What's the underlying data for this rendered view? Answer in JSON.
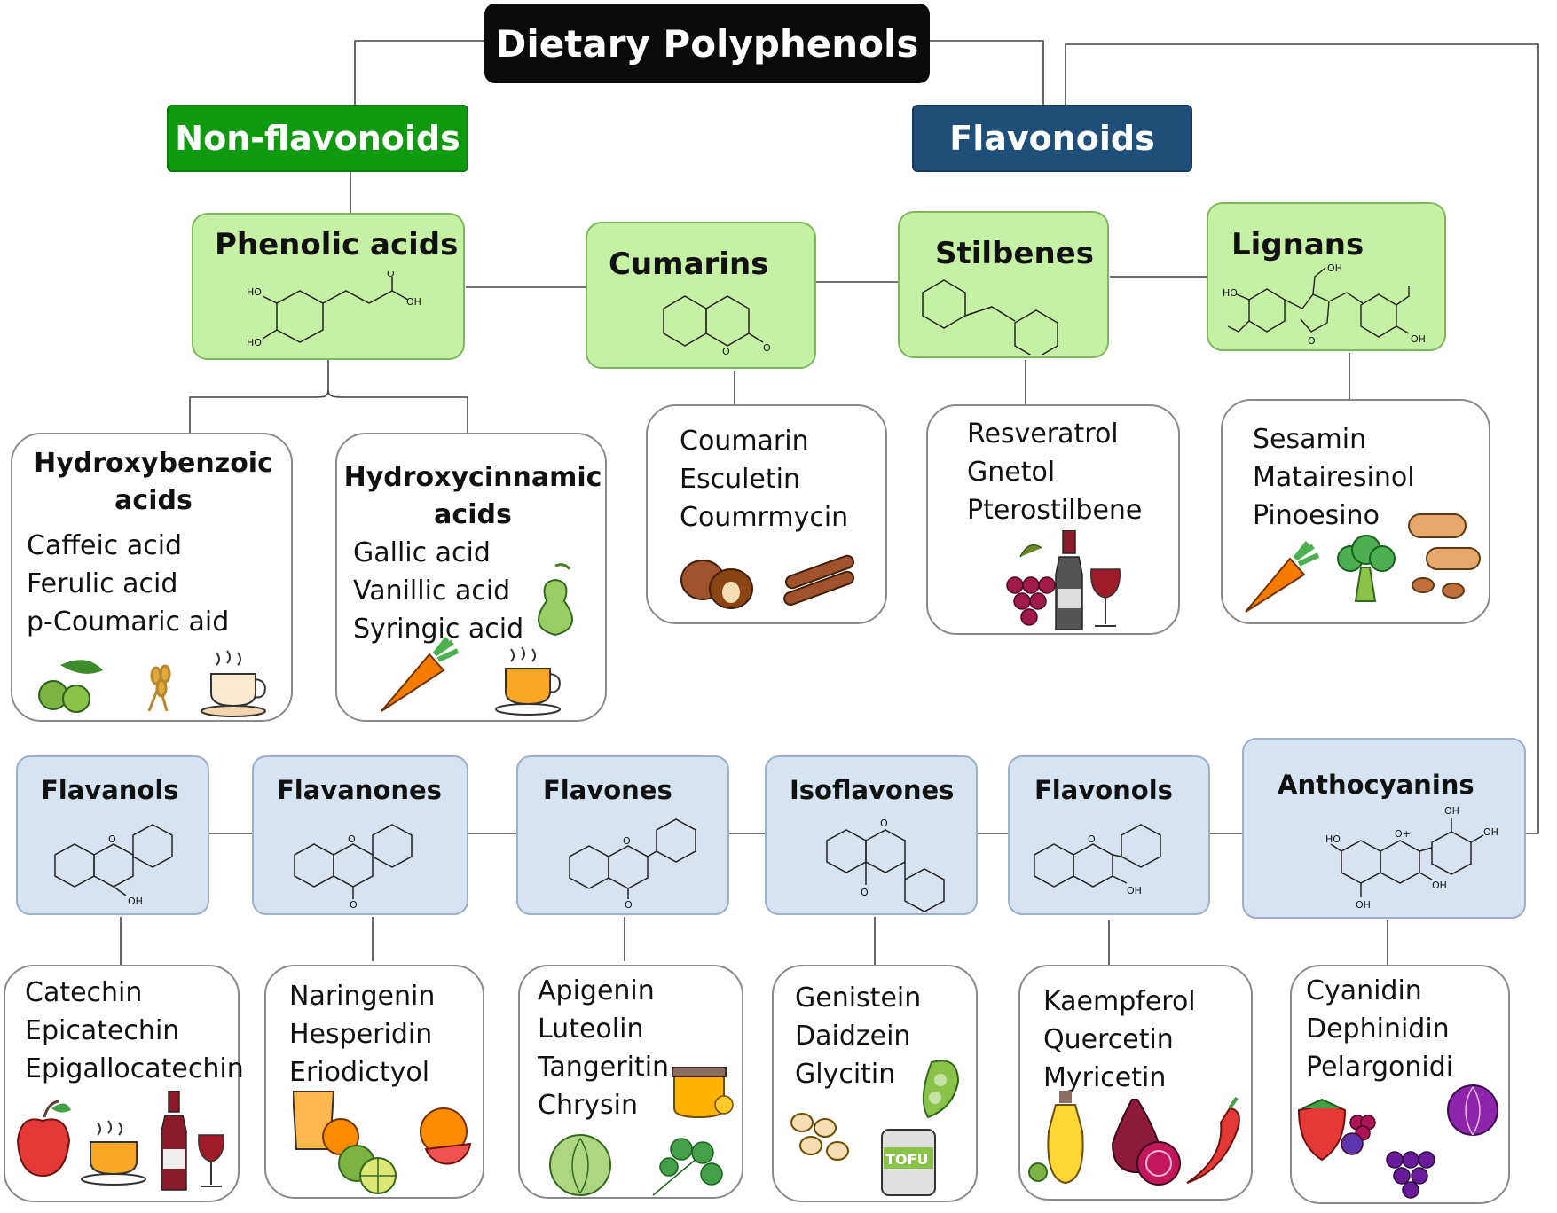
{
  "root": {
    "label": "Dietary Polyphenols"
  },
  "classes": {
    "non_flavonoids": "Non-flavonoids",
    "flavonoids": "Flavonoids"
  },
  "groups": {
    "phenolic_acids": {
      "title": "Phenolic acids"
    },
    "cumarins": {
      "title": "Cumarins"
    },
    "stilbenes": {
      "title": "Stilbenes"
    },
    "lignans": {
      "title": "Lignans"
    }
  },
  "subgroups": {
    "hydroxybenzoic": {
      "title_line1": "Hydroxybenzoic",
      "title_line2": "acids",
      "examples": [
        "Caffeic acid",
        "Ferulic acid",
        "p-Coumaric aid"
      ]
    },
    "hydroxycinnamic": {
      "title_line1": "Hydroxycinnamic",
      "title_line2": "acids",
      "examples": [
        "Gallic acid",
        "Vanillic acid",
        "Syringic acid"
      ]
    }
  },
  "non_flavonoid_examples": {
    "cumarins": [
      "Coumarin",
      "Esculetin",
      "Coumrmycin"
    ],
    "stilbenes": [
      "Resveratrol",
      "Gnetol",
      "Pterostilbene"
    ],
    "lignans": [
      "Sesamin",
      "Matairesinol",
      "Pinoesino"
    ]
  },
  "flavonoid_groups": [
    {
      "title": "Flavanols",
      "examples": [
        "Catechin",
        "Epicatechin",
        "Epigallocatechin"
      ]
    },
    {
      "title": "Flavanones",
      "examples": [
        "Naringenin",
        "Hesperidin",
        "Eriodictyol"
      ]
    },
    {
      "title": "Flavones",
      "examples": [
        "Apigenin",
        "Luteolin",
        "Tangeritin",
        "Chrysin"
      ]
    },
    {
      "title": "Isoflavones",
      "examples": [
        "Genistein",
        "Daidzein",
        "Glycitin"
      ]
    },
    {
      "title": "Flavonols",
      "examples": [
        "Kaempferol",
        "Quercetin",
        "Myricetin"
      ]
    },
    {
      "title": "Anthocyanins",
      "examples": [
        "Cyanidin",
        "Dephinidin",
        "Pelargonidi"
      ]
    }
  ],
  "molecule_labels": {
    "ho": "HO",
    "oh": "OH",
    "o": "O",
    "o_plus": "O+"
  },
  "food_labels": {
    "tofu": "TOFU"
  },
  "colors": {
    "root": "#0b0b0b",
    "non_flavonoids": "#109a10",
    "flavonoids": "#1f4e79",
    "non_flavonoid_box": "#c6f0a4",
    "flavonoid_box": "#d5e3f2"
  },
  "icons": [
    "olive-icon",
    "wheat-icon",
    "coffee-cup-icon",
    "pear-icon",
    "carrot-icon",
    "tea-cup-icon",
    "chestnut-icon",
    "cinnamon-icon",
    "grape-icon",
    "wine-bottle-icon",
    "wine-glass-icon",
    "peanut-icon",
    "broccoli-icon",
    "apple-icon",
    "orange-juice-icon",
    "lime-icon",
    "grapefruit-icon",
    "honey-icon",
    "cabbage-icon",
    "parsley-icon",
    "soybean-icon",
    "tofu-icon",
    "edamame-icon",
    "olive-oil-icon",
    "onion-icon",
    "chili-pepper-icon",
    "strawberry-icon",
    "raspberry-icon",
    "red-cabbage-icon"
  ]
}
